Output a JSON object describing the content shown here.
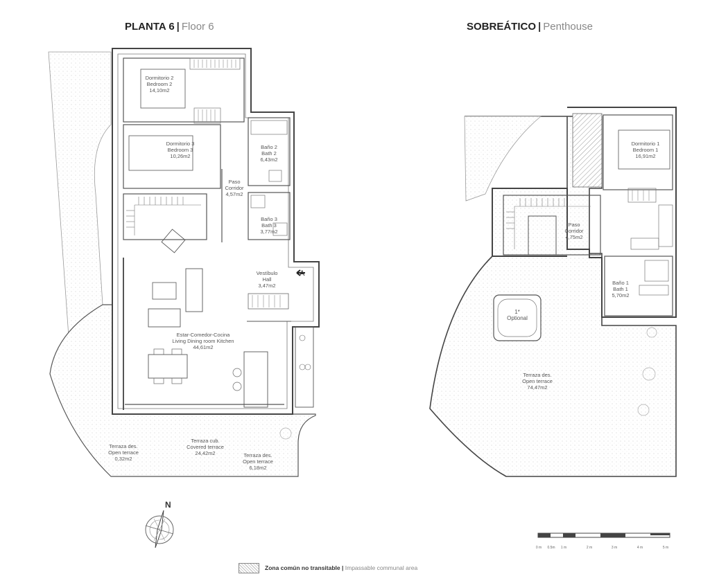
{
  "titles": {
    "floor6": {
      "bold": "PLANTA 6",
      "sep": "|",
      "light": "Floor 6"
    },
    "penthouse": {
      "bold": "SOBREÁTICO",
      "sep": "|",
      "light": "Penthouse"
    }
  },
  "rooms_floor6": {
    "bed2": {
      "es": "Dormitorio 2",
      "en": "Bedroom 2",
      "area": "14,10m2"
    },
    "bed3": {
      "es": "Dormitorio 3",
      "en": "Bedroom 3",
      "area": "10,26m2"
    },
    "bath2": {
      "es": "Baño 2",
      "en": "Bath 2",
      "area": "6,43m2"
    },
    "corridor": {
      "es": "Paso",
      "en": "Corridor",
      "area": "4,57m2"
    },
    "bath3": {
      "es": "Baño 3",
      "en": "Bath 3",
      "area": "3,77m2"
    },
    "hall": {
      "es": "Vestíbulo",
      "en": "Hall",
      "area": "3,47m2"
    },
    "living": {
      "es": "Estar-Comedor-Cocina",
      "en": "Living Dining room Kitchen",
      "area": "44,61m2"
    },
    "open_terrace_left": {
      "es": "Terraza des.",
      "en": "Open terrace",
      "area": "0,32m2"
    },
    "covered_terrace": {
      "es": "Terraza cub.",
      "en": "Covered terrace",
      "area": "24,42m2"
    },
    "open_terrace_right": {
      "es": "Terraza des.",
      "en": "Open terrace",
      "area": "6,18m2"
    }
  },
  "rooms_penthouse": {
    "bed1": {
      "es": "Dormitorio 1",
      "en": "Bedroom 1",
      "area": "16,91m2"
    },
    "corridor": {
      "es": "Paso",
      "en": "Corridor",
      "area": "4,75m2"
    },
    "bath1": {
      "es": "Baño 1",
      "en": "Bath 1",
      "area": "5,70m2"
    },
    "jacuzzi": {
      "line1": "1*",
      "line2": "Optional"
    },
    "terrace": {
      "es": "Terraza des.",
      "en": "Open terrace",
      "area": "74,47m2"
    }
  },
  "entry_marker": "A",
  "north_label": "N",
  "scale_labels": [
    "0 m",
    "0.5m",
    "1 m",
    "2 m",
    "3 m",
    "4 m",
    "5 m"
  ],
  "legend": {
    "bold": "Zona común no transitable",
    "sep": "|",
    "light": "Impassable communal area"
  }
}
